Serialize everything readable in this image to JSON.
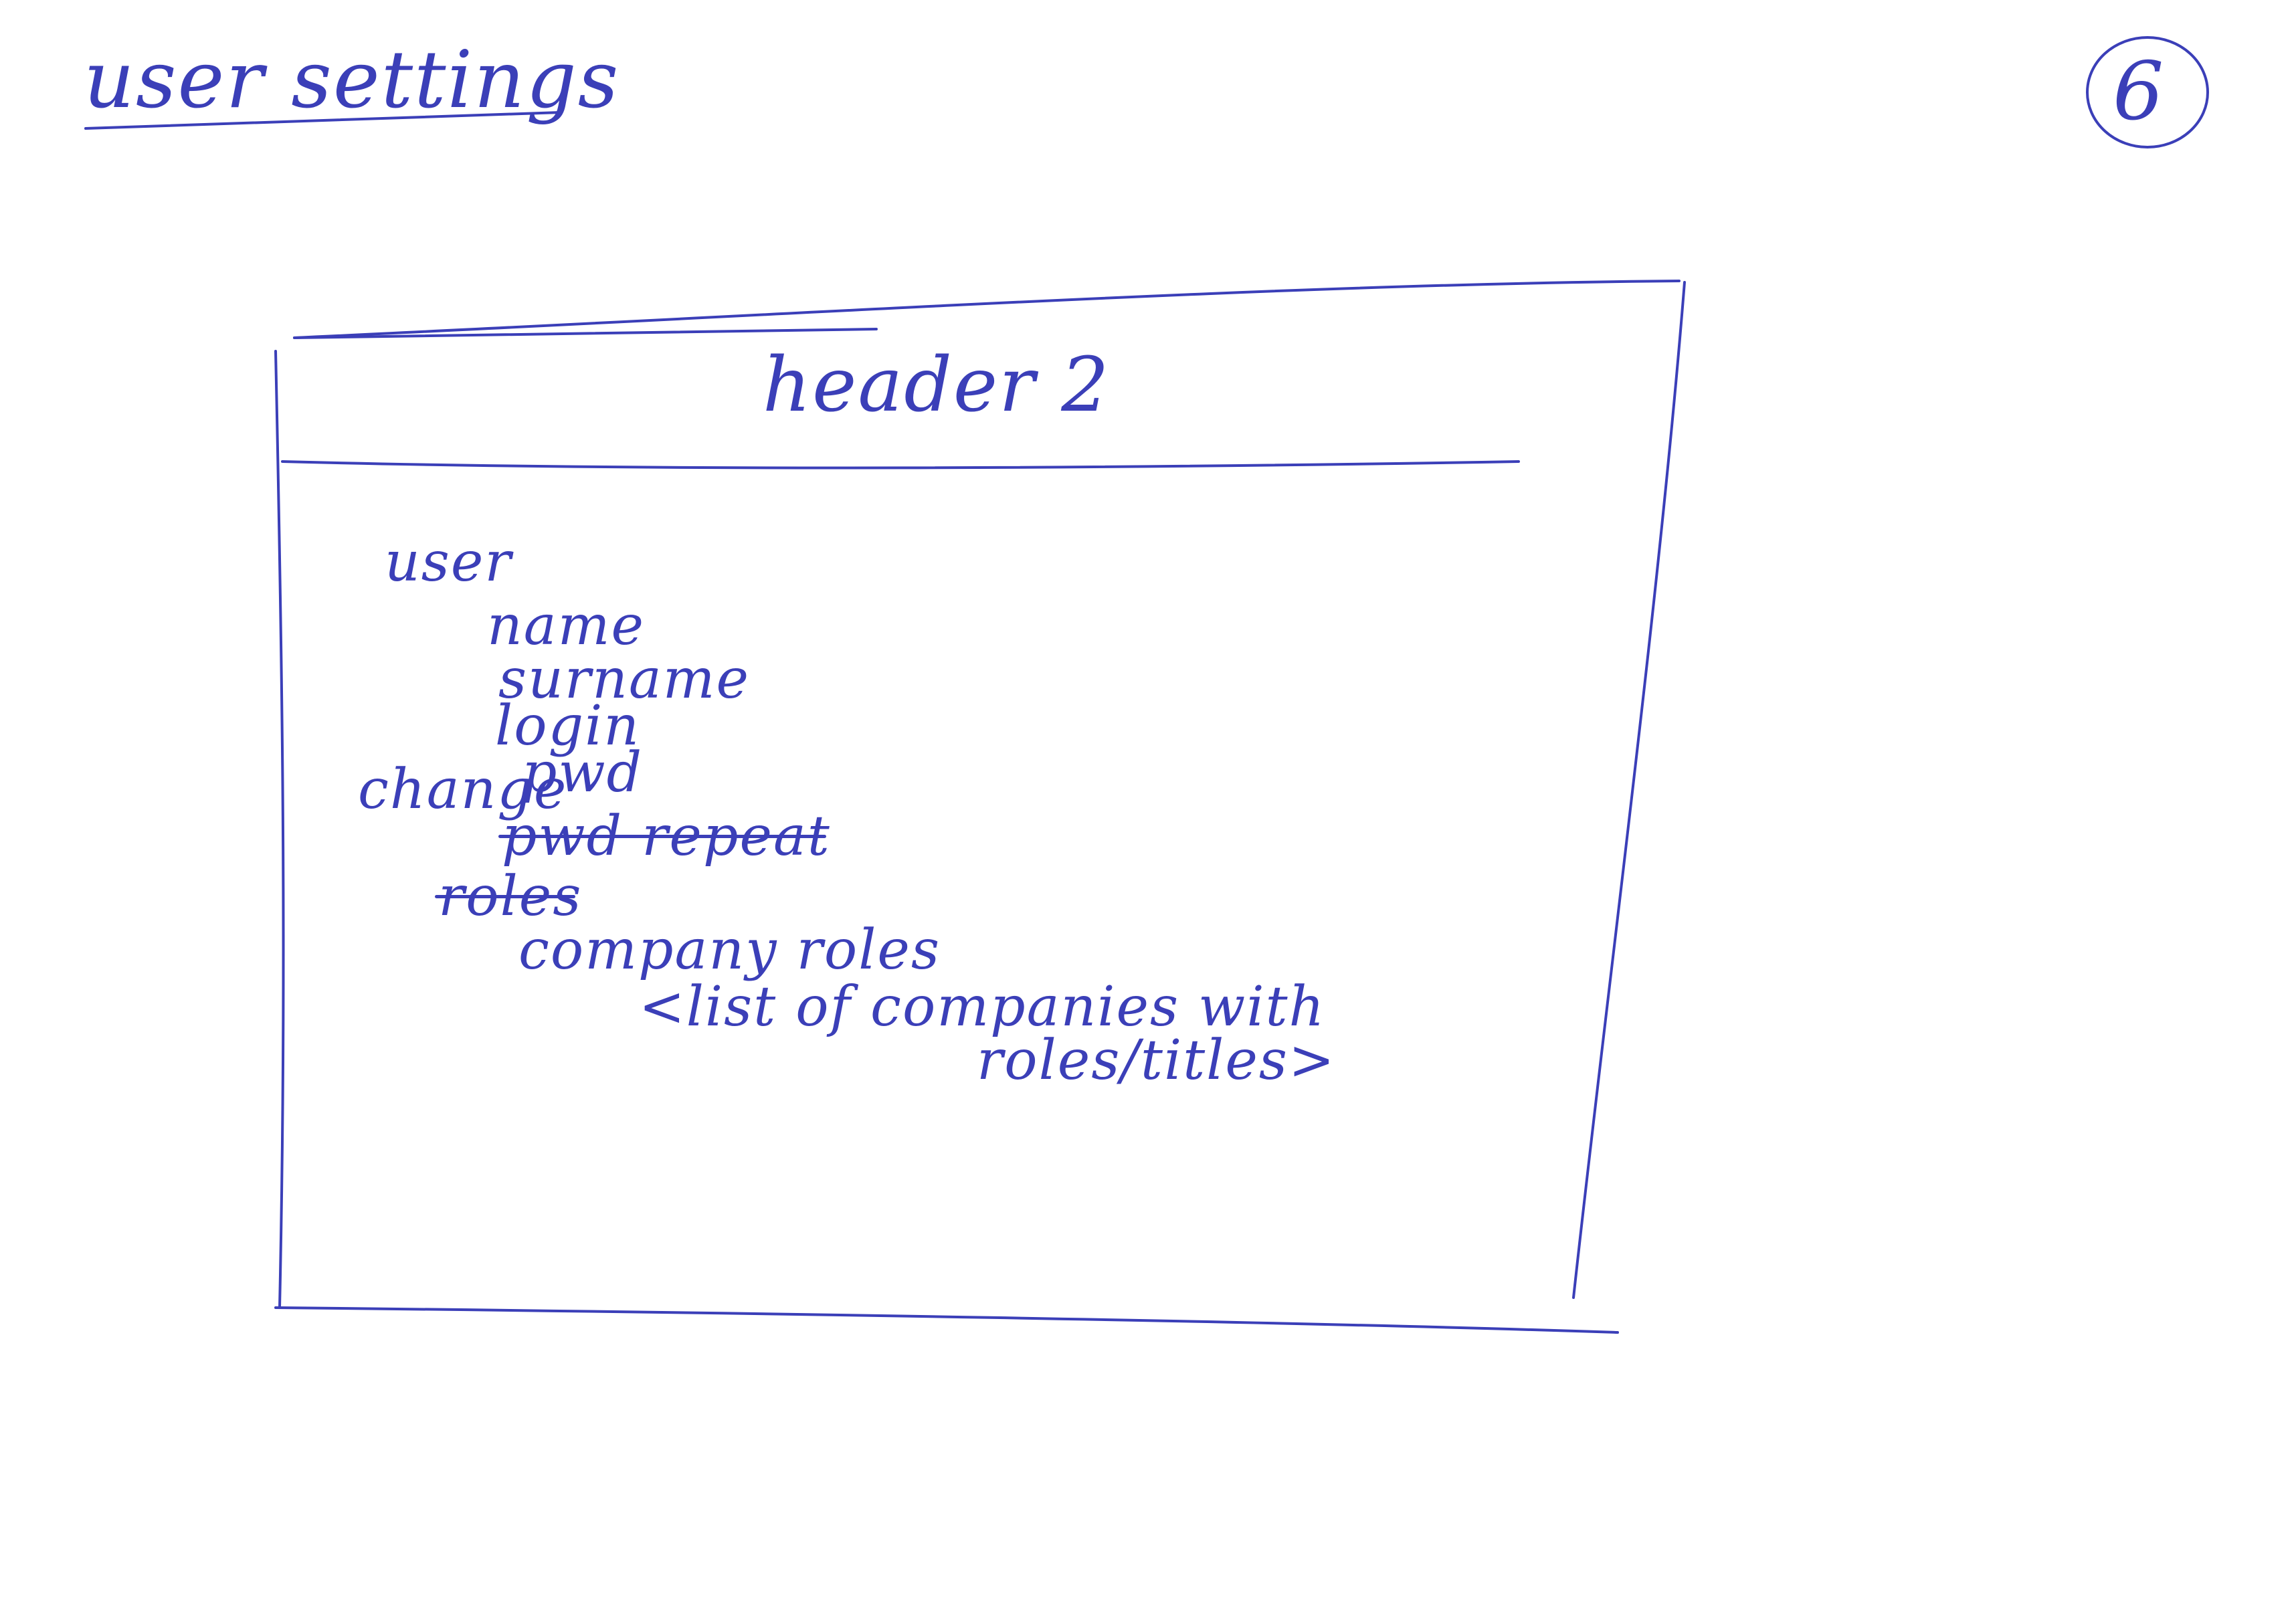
{
  "page": {
    "title": "user settings",
    "number": "6"
  },
  "frame": {
    "header": "header 2",
    "content": {
      "section_label": "user",
      "field_name": "name",
      "field_surname": "surname",
      "field_login": "login",
      "change_label": "change",
      "field_pwd": "pwd",
      "field_pwd_repeat": "pwd repeat",
      "roles_label": "roles",
      "company_roles_label": "company roles",
      "list_line1": "<list of companies with",
      "list_line2": "roles/titles>"
    }
  },
  "colors": {
    "ink": "#3b3fb8",
    "paper": "#ffffff"
  }
}
